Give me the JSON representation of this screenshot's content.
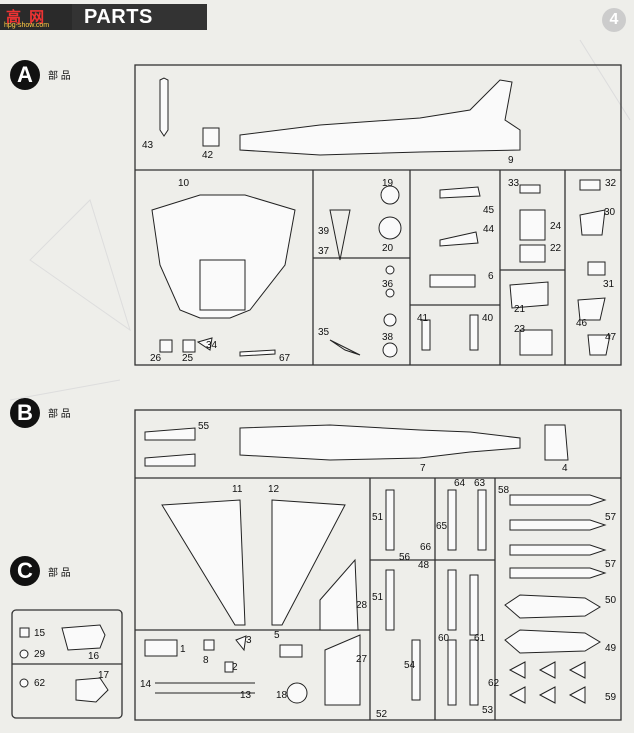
{
  "header": {
    "logo_text": "高 网",
    "logo_url": "hpg-show.com",
    "title": "PARTS",
    "page_number": "4"
  },
  "sections": [
    {
      "badge": "A",
      "label": "部 品"
    },
    {
      "badge": "B",
      "label": "部 品"
    },
    {
      "badge": "C",
      "label": "部 品"
    }
  ],
  "sprue_a_parts": [
    "43",
    "42",
    "9",
    "10",
    "19",
    "20",
    "33",
    "32",
    "45",
    "30",
    "39",
    "24",
    "44",
    "37",
    "22",
    "36",
    "6",
    "31",
    "21",
    "41",
    "40",
    "46",
    "35",
    "38",
    "23",
    "47",
    "26",
    "25",
    "34",
    "67"
  ],
  "sprue_b_parts": [
    "55",
    "7",
    "4",
    "11",
    "12",
    "64",
    "63",
    "58",
    "51",
    "65",
    "66",
    "57",
    "56",
    "48",
    "57",
    "51",
    "28",
    "50",
    "5",
    "3",
    "1",
    "8",
    "2",
    "27",
    "60",
    "61",
    "49",
    "54",
    "14",
    "13",
    "18",
    "52",
    "53",
    "62",
    "59"
  ],
  "sprue_c_parts": [
    "15",
    "29",
    "16",
    "17",
    "62"
  ]
}
